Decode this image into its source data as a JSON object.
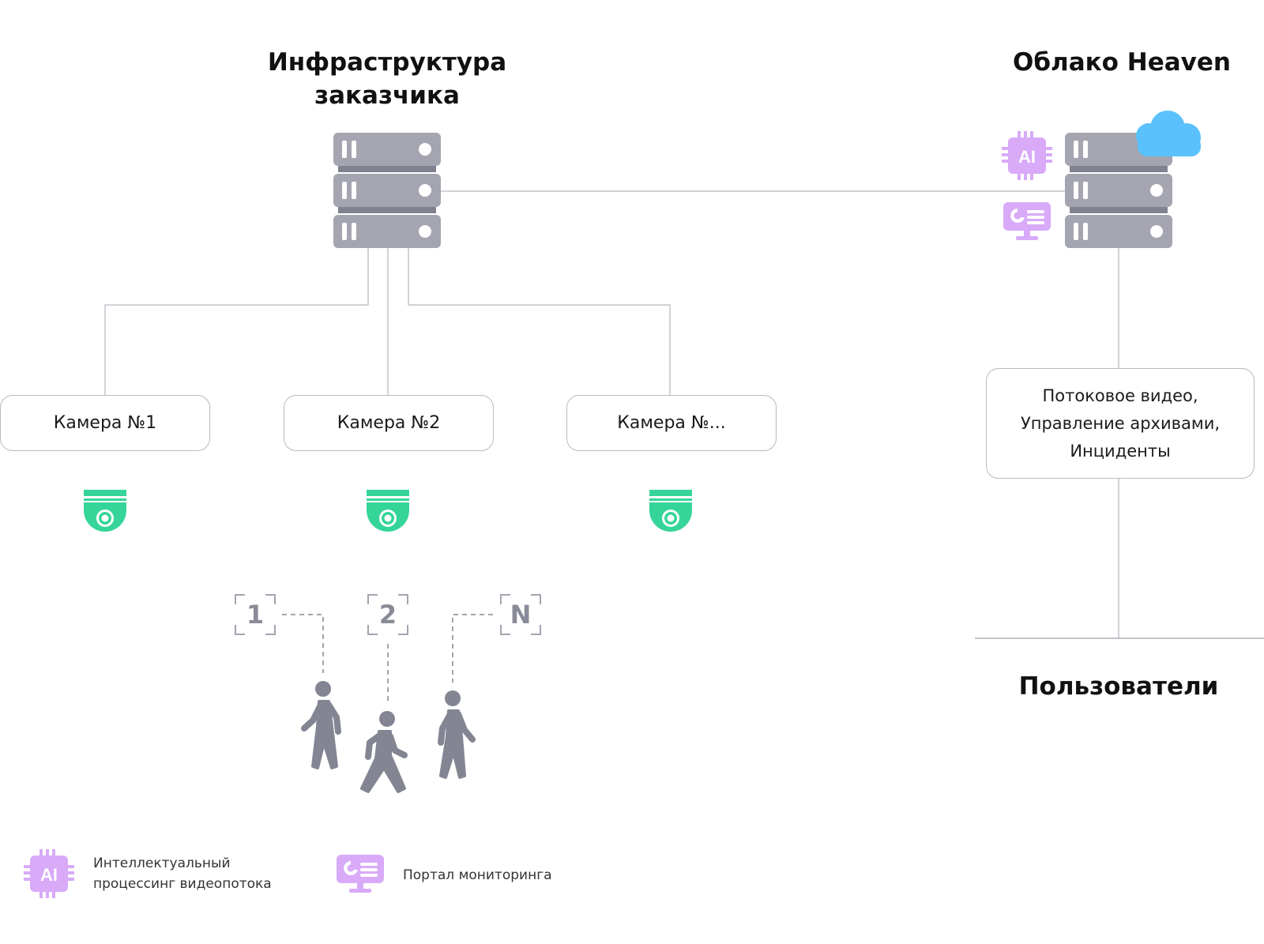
{
  "titles": {
    "customer_infra": "Инфраструктура заказчика",
    "cloud": "Облако Heaven",
    "users": "Пользователи"
  },
  "cameras": [
    {
      "label": "Камера №1"
    },
    {
      "label": "Камера №2"
    },
    {
      "label": "Камера №..."
    }
  ],
  "cloud_services": {
    "lines": [
      "Потоковое видео,",
      "Управление архивами,",
      "Инциденты"
    ]
  },
  "tracked_people": [
    {
      "tag": "1"
    },
    {
      "tag": "2"
    },
    {
      "tag": "N"
    }
  ],
  "cloud_icons": {
    "ai_chip_text": "AI"
  },
  "legend": [
    {
      "icon": "ai-chip-icon",
      "icon_text": "AI",
      "lines": [
        "Интеллектуальный",
        "процессинг видеопотока"
      ]
    },
    {
      "icon": "monitoring-portal-icon",
      "lines": [
        "Портал мониторинга"
      ]
    }
  ],
  "colors": {
    "server": "#a4a5b1",
    "server_dark": "#818290",
    "camera": "#35d59a",
    "accent_purple": "#d8aaf8",
    "cloud": "#5ac1fd",
    "person": "#848593",
    "line": "#c4c4cc"
  }
}
